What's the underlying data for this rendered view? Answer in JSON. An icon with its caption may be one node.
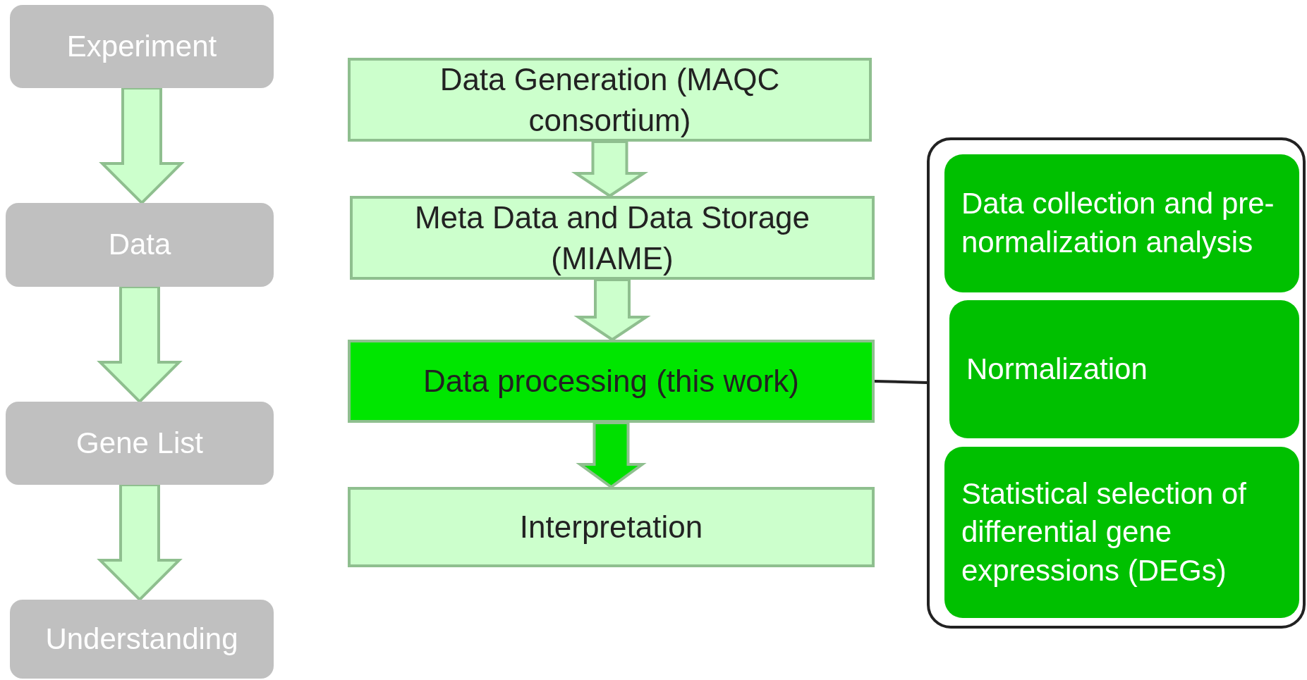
{
  "diagram": {
    "nodes": [
      {
        "text": [
          "Experiment"
        ]
      },
      {
        "text": [
          "Data"
        ]
      },
      {
        "text": [
          "Gene List"
        ]
      },
      {
        "text": [
          "Understanding"
        ]
      },
      {
        "text": [
          "Data Generation (MAQC consortium)"
        ]
      },
      {
        "text": [
          "Meta Data and Data Storage (MIAME)"
        ]
      },
      {
        "text": [
          "Data processing (this work)"
        ]
      },
      {
        "text": [
          "Interpretation"
        ]
      },
      {
        "text": [],
        "shape": "box"
      },
      {
        "text": [
          "Data collection and pre-normalization analysis"
        ],
        "in": 8
      },
      {
        "text": [
          "Normalization"
        ],
        "in": 8
      },
      {
        "text": [
          "Statistical selection of differential gene expressions (DEGs)"
        ],
        "in": 8
      }
    ],
    "edges": [
      {
        "from": 0,
        "to": 1,
        "arrow": "to"
      },
      {
        "from": 1,
        "to": 2,
        "arrow": "to"
      },
      {
        "from": 2,
        "to": 3,
        "arrow": "to"
      },
      {
        "from": 4,
        "to": 5,
        "arrow": "to"
      },
      {
        "from": 5,
        "to": 6,
        "arrow": "to"
      },
      {
        "from": 6,
        "to": 7,
        "arrow": "to",
        "color": "#00e000"
      },
      {
        "from": 6,
        "to": 8,
        "arrow": "none",
        "color": "#222222"
      }
    ]
  }
}
